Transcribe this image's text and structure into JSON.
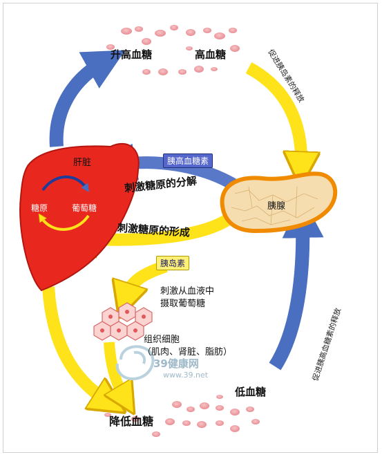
{
  "labels": {
    "raise_glucose": "升高血糖",
    "high_glucose": "高血糖",
    "low_glucose": "低血糖",
    "lower_glucose": "降低血糖",
    "liver": "肝脏",
    "glycogen": "糖原",
    "glucose": "葡萄糖",
    "pancreas": "胰腺",
    "glucagon": "胰高血糖素",
    "insulin": "胰岛素",
    "glycogenolysis": "刺激糖原的分解",
    "glycogenesis": "刺激糖原的形成",
    "uptake_line1": "刺激从血液中",
    "uptake_line2": "摄取葡萄糖",
    "tissue_line1": "组织细胞",
    "tissue_line2": "（肌肉、肾脏、脂肪）",
    "promote_insulin_release": "促进胰岛素的释放",
    "promote_glucagon_release": "促进胰高血糖素的释放"
  },
  "watermark": {
    "logo_text": "39健康网",
    "url": "www.39.net"
  },
  "colors": {
    "liver_red": "#e8281e",
    "arrow_blue": "#4a6ec0",
    "arrow_yellow": "#ffe31a",
    "pancreas_orange": "#f08a00",
    "pancreas_fill": "#f6ddb0",
    "blood_cell_pink": "#f2a7aa"
  }
}
